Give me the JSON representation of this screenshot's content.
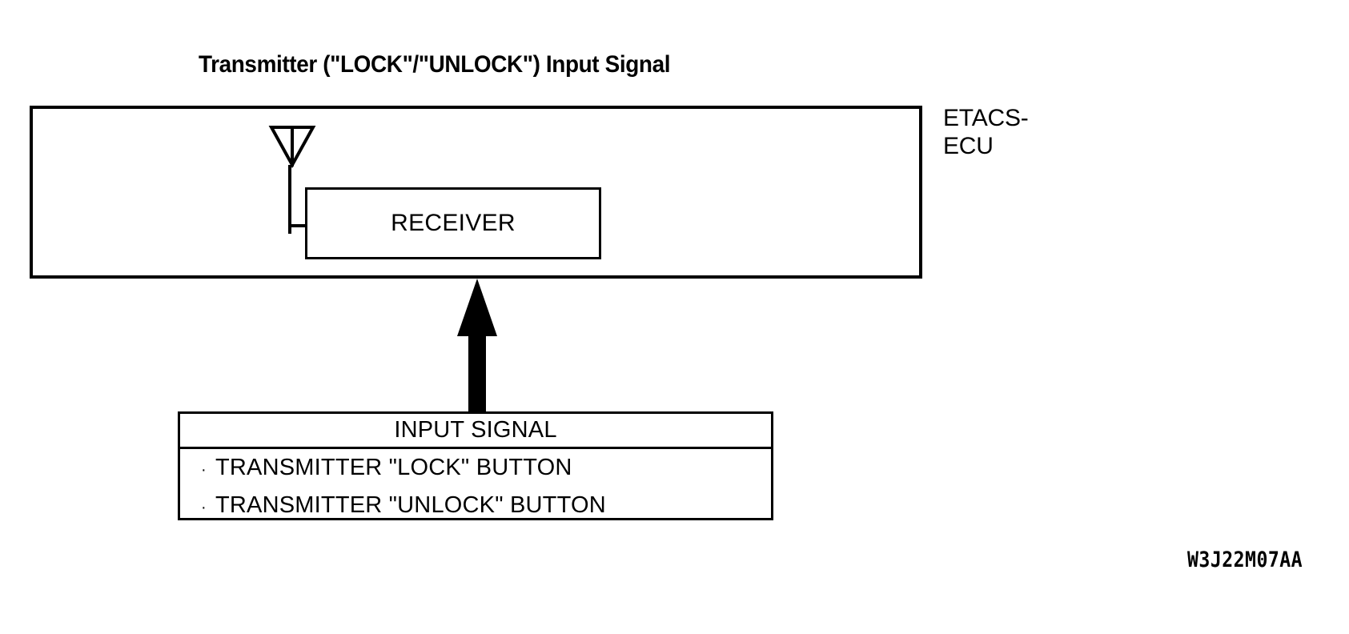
{
  "figure": {
    "title": "Transmitter (\"LOCK\"/\"UNLOCK\") Input Signal",
    "code": "W3J22M07AA",
    "ink_color": "#000000",
    "background_color": "#ffffff"
  },
  "ecu": {
    "label": "ETACS-\nECU",
    "receiver_label": "RECEIVER",
    "antenna_icon": "antenna-icon"
  },
  "arrow": {
    "direction": "up",
    "icon": "up-arrow-icon"
  },
  "input_signal_table": {
    "header": "INPUT SIGNAL",
    "bullet": "·",
    "rows": [
      "TRANSMITTER \"LOCK\" BUTTON",
      "TRANSMITTER \"UNLOCK\" BUTTON"
    ]
  }
}
